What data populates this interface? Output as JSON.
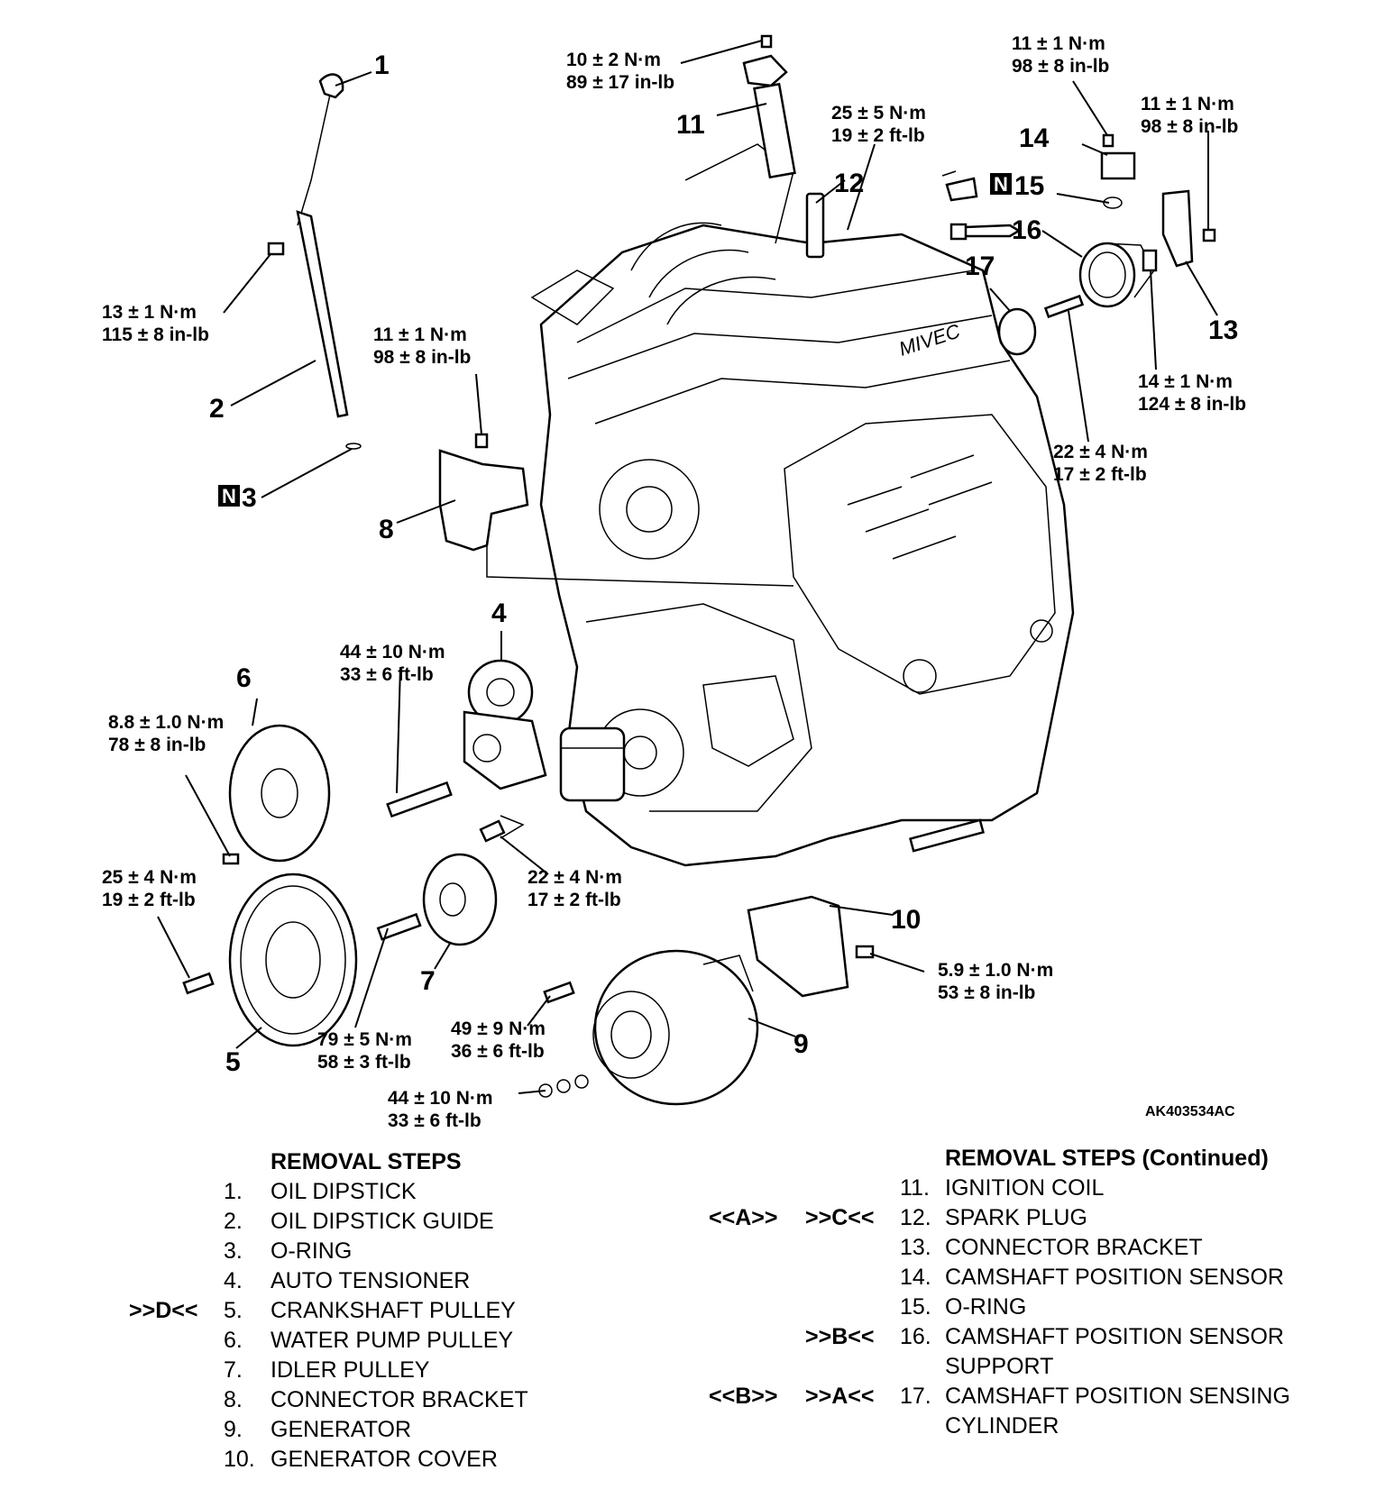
{
  "figure_id": "AK403534AC",
  "callouts": {
    "c1": "1",
    "c2": "2",
    "c3": "3",
    "c4": "4",
    "c5": "5",
    "c6": "6",
    "c7": "7",
    "c8": "8",
    "c9": "9",
    "c10": "10",
    "c11": "11",
    "c12": "12",
    "c13": "13",
    "c14": "14",
    "c15": "15",
    "c16": "16",
    "c17": "17"
  },
  "n_marker": "N",
  "engine_logo": "MIVEC",
  "torques": {
    "t_coil": {
      "nm": "10 ± 2 N·m",
      "imp": "89 ± 17 in-lb"
    },
    "t_plug": {
      "nm": "25 ± 5 N·m",
      "imp": "19 ± 2 ft-lb"
    },
    "t_cmp_top": {
      "nm": "11 ± 1 N·m",
      "imp": "98 ± 8 in-lb"
    },
    "t_cmp_brkt": {
      "nm": "11 ± 1 N·m",
      "imp": "98 ± 8 in-lb"
    },
    "t_dipstick": {
      "nm": "13 ± 1 N·m",
      "imp": "115 ± 8 in-lb"
    },
    "t_conn8": {
      "nm": "11 ± 1 N·m",
      "imp": "98 ± 8 in-lb"
    },
    "t_cmp_sup": {
      "nm": "14 ± 1 N·m",
      "imp": "124 ± 8 in-lb"
    },
    "t_cyl": {
      "nm": "22 ± 4 N·m",
      "imp": "17 ± 2 ft-lb"
    },
    "t_tens": {
      "nm": "44 ± 10 N·m",
      "imp": "33 ± 6 ft-lb"
    },
    "t_wpp": {
      "nm": "8.8 ± 1.0 N·m",
      "imp": "78 ± 8 in-lb"
    },
    "t_tens2": {
      "nm": "22 ± 4 N·m",
      "imp": "17 ± 2 ft-lb"
    },
    "t_crank": {
      "nm": "25 ± 4 N·m",
      "imp": "19 ± 2 ft-lb"
    },
    "t_gencov": {
      "nm": "5.9 ± 1.0 N·m",
      "imp": "53 ± 8 in-lb"
    },
    "t_idler": {
      "nm": "79 ± 5 N·m",
      "imp": "58 ± 3 ft-lb"
    },
    "t_gen": {
      "nm": "49 ± 9 N·m",
      "imp": "36 ± 6 ft-lb"
    },
    "t_gen2": {
      "nm": "44 ± 10 N·m",
      "imp": "33 ± 6 ft-lb"
    }
  },
  "removal_steps": {
    "title": "REMOVAL STEPS",
    "items": [
      {
        "ref1": "",
        "ref2": "",
        "num": "1.",
        "label": "OIL DIPSTICK"
      },
      {
        "ref1": "",
        "ref2": "",
        "num": "2.",
        "label": "OIL DIPSTICK GUIDE"
      },
      {
        "ref1": "",
        "ref2": "",
        "num": "3.",
        "label": "O-RING"
      },
      {
        "ref1": "",
        "ref2": "",
        "num": "4.",
        "label": "AUTO TENSIONER"
      },
      {
        "ref1": "",
        "ref2": ">>D<<",
        "num": "5.",
        "label": "CRANKSHAFT PULLEY"
      },
      {
        "ref1": "",
        "ref2": "",
        "num": "6.",
        "label": "WATER PUMP PULLEY"
      },
      {
        "ref1": "",
        "ref2": "",
        "num": "7.",
        "label": "IDLER PULLEY"
      },
      {
        "ref1": "",
        "ref2": "",
        "num": "8.",
        "label": "CONNECTOR BRACKET"
      },
      {
        "ref1": "",
        "ref2": "",
        "num": "9.",
        "label": "GENERATOR"
      },
      {
        "ref1": "",
        "ref2": "",
        "num": "10.",
        "label": "GENERATOR COVER"
      }
    ]
  },
  "removal_steps_cont": {
    "title": "REMOVAL STEPS (Continued)",
    "items": [
      {
        "ref1": "",
        "ref2": "",
        "num": "11.",
        "label": "IGNITION COIL"
      },
      {
        "ref1": "<<A>>",
        "ref2": ">>C<<",
        "num": "12.",
        "label": "SPARK PLUG"
      },
      {
        "ref1": "",
        "ref2": "",
        "num": "13.",
        "label": "CONNECTOR BRACKET"
      },
      {
        "ref1": "",
        "ref2": "",
        "num": "14.",
        "label": "CAMSHAFT POSITION SENSOR"
      },
      {
        "ref1": "",
        "ref2": "",
        "num": "15.",
        "label": "O-RING"
      },
      {
        "ref1": "",
        "ref2": ">>B<<",
        "num": "16.",
        "label": "CAMSHAFT POSITION SENSOR"
      },
      {
        "ref1": "",
        "ref2": "",
        "num": "",
        "label": "SUPPORT"
      },
      {
        "ref1": "<<B>>",
        "ref2": ">>A<<",
        "num": "17.",
        "label": "CAMSHAFT POSITION SENSING"
      },
      {
        "ref1": "",
        "ref2": "",
        "num": "",
        "label": "CYLINDER"
      }
    ]
  }
}
